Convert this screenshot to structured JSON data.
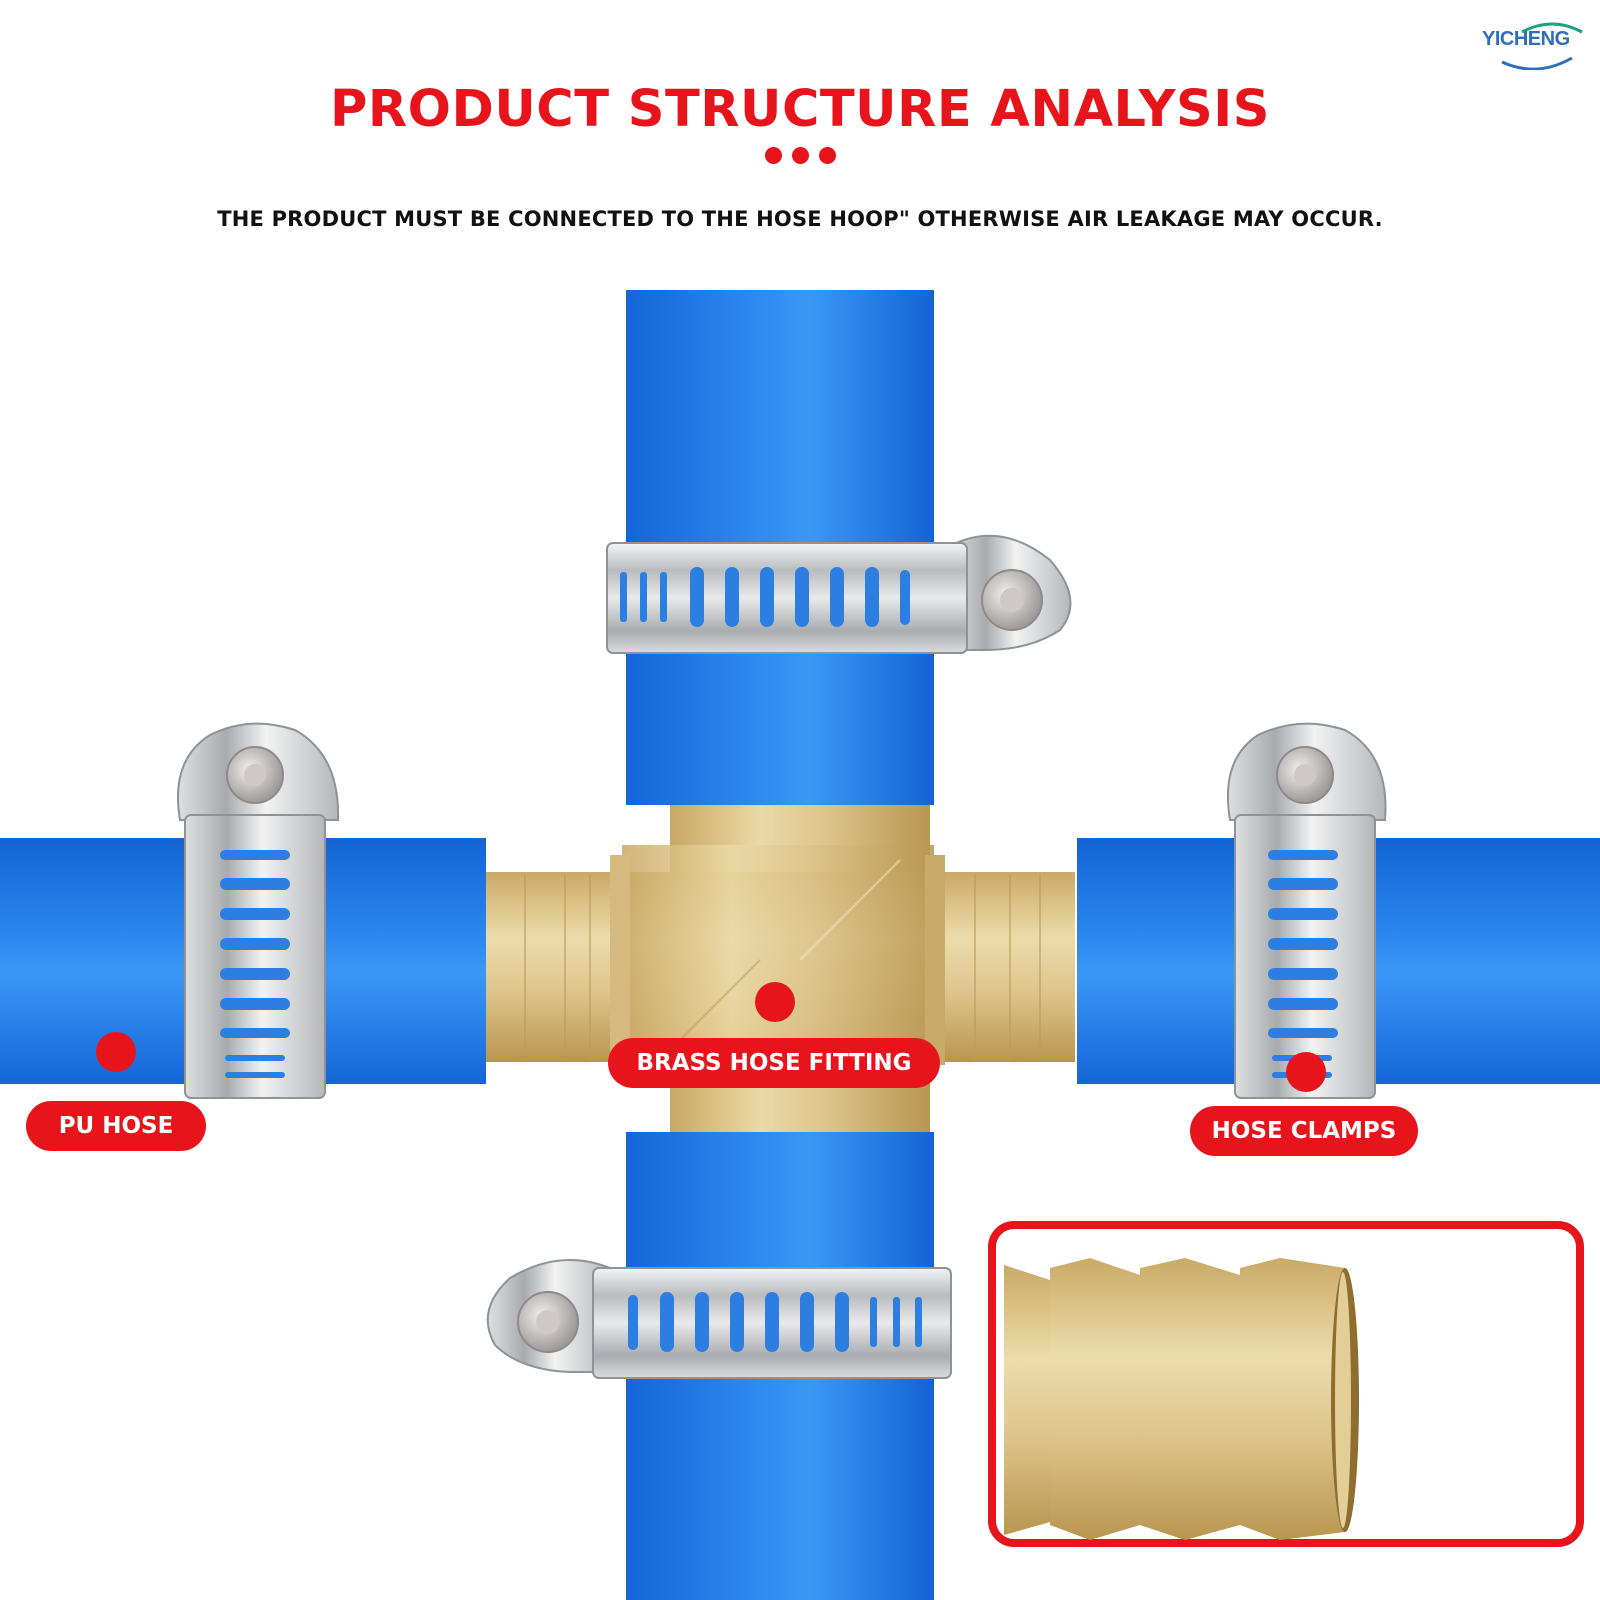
{
  "brand": {
    "logo_text": "YICHENG"
  },
  "header": {
    "title": "PRODUCT STRUCTURE ANALYSIS",
    "subtitle": "THE PRODUCT MUST BE CONNECTED TO THE HOSE HOOP\" OTHERWISE AIR LEAKAGE MAY OCCUR."
  },
  "labels": {
    "pu_hose": "PU HOSE",
    "brass_fitting": "BRASS HOSE FITTING",
    "hose_clamps": "HOSE CLAMPS"
  },
  "colors": {
    "accent_red": "#e8141c",
    "hose_blue": "#1e7be0",
    "brass": "#d9c189",
    "steel": "#c9cbcd"
  }
}
